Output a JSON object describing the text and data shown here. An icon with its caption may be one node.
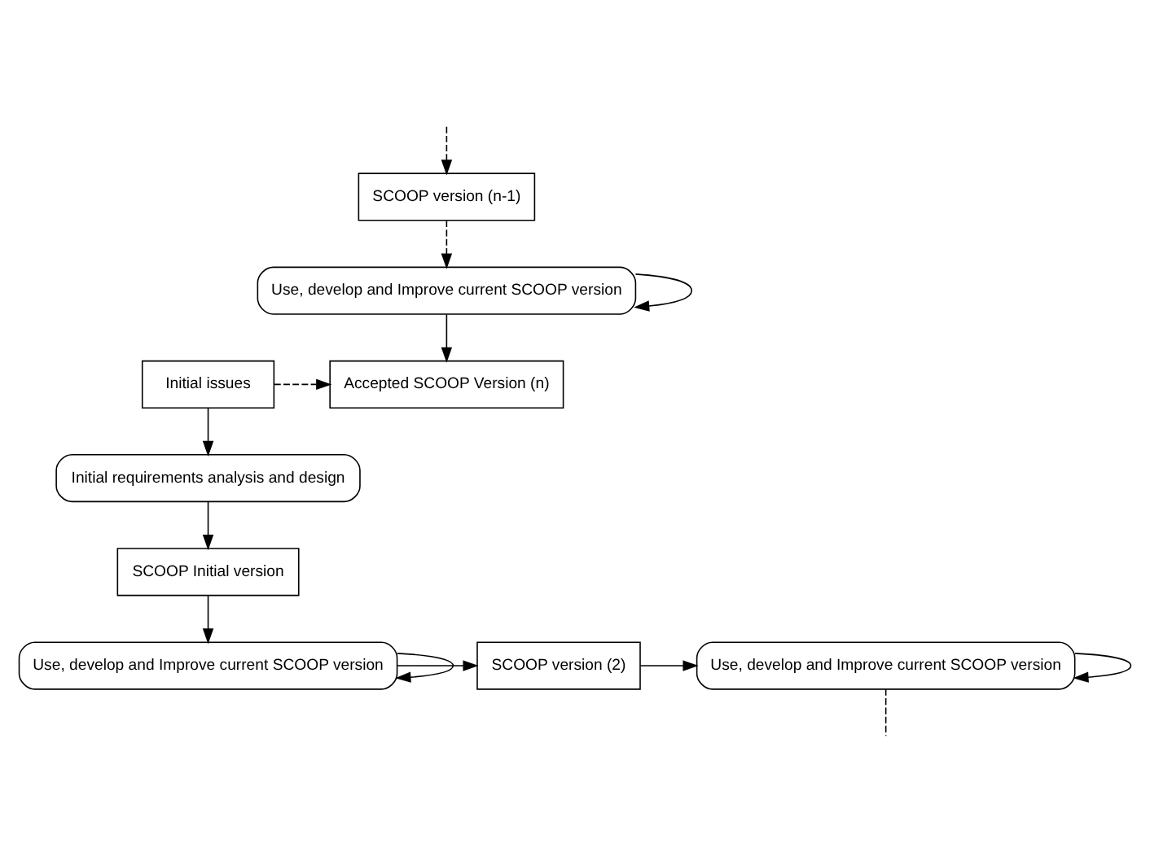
{
  "diagram": {
    "nodes": [
      {
        "text": [
          "Initial issues"
        ]
      },
      {
        "text": [
          "Accepted SCOOP Version (n)"
        ]
      },
      {
        "text": [
          "Use, develop and Improve current SCOOP version"
        ]
      },
      {
        "text": [
          "Initial requirements analysis and design"
        ]
      },
      {
        "text": [
          "SCOOP Initial version"
        ]
      },
      {
        "text": [
          "SCOOP version (n-1)"
        ]
      },
      {
        "text": [
          "Use, develop and Improve current SCOOP version"
        ]
      },
      {
        "text": [
          "SCOOP version (2)"
        ]
      },
      {
        "text": [
          "Use, develop and Improve current SCOOP version"
        ]
      }
    ],
    "edges": [
      {
        "from": 0,
        "to": 1,
        "arrow": "to",
        "style": "dashed"
      },
      {
        "from": 0,
        "to": 3,
        "arrow": "to"
      },
      {
        "from": 3,
        "to": 4,
        "arrow": "to"
      },
      {
        "from": 4,
        "to": 6,
        "arrow": "to"
      },
      {
        "from": 6,
        "to": 6,
        "arrow": "to"
      },
      {
        "from": 6,
        "to": 7,
        "arrow": "to"
      },
      {
        "from": 7,
        "to": 8,
        "arrow": "to"
      },
      {
        "from": 8,
        "to": 8,
        "arrow": "to"
      },
      {
        "from": 8,
        "to": null,
        "arrow": "none",
        "style": "dashed"
      },
      {
        "from": null,
        "to": 5,
        "arrow": "to",
        "style": "dashed"
      },
      {
        "from": 5,
        "to": 2,
        "arrow": "to",
        "style": "dashed"
      },
      {
        "from": 2,
        "to": 2,
        "arrow": "to"
      },
      {
        "from": 2,
        "to": 1,
        "arrow": "to"
      }
    ]
  }
}
